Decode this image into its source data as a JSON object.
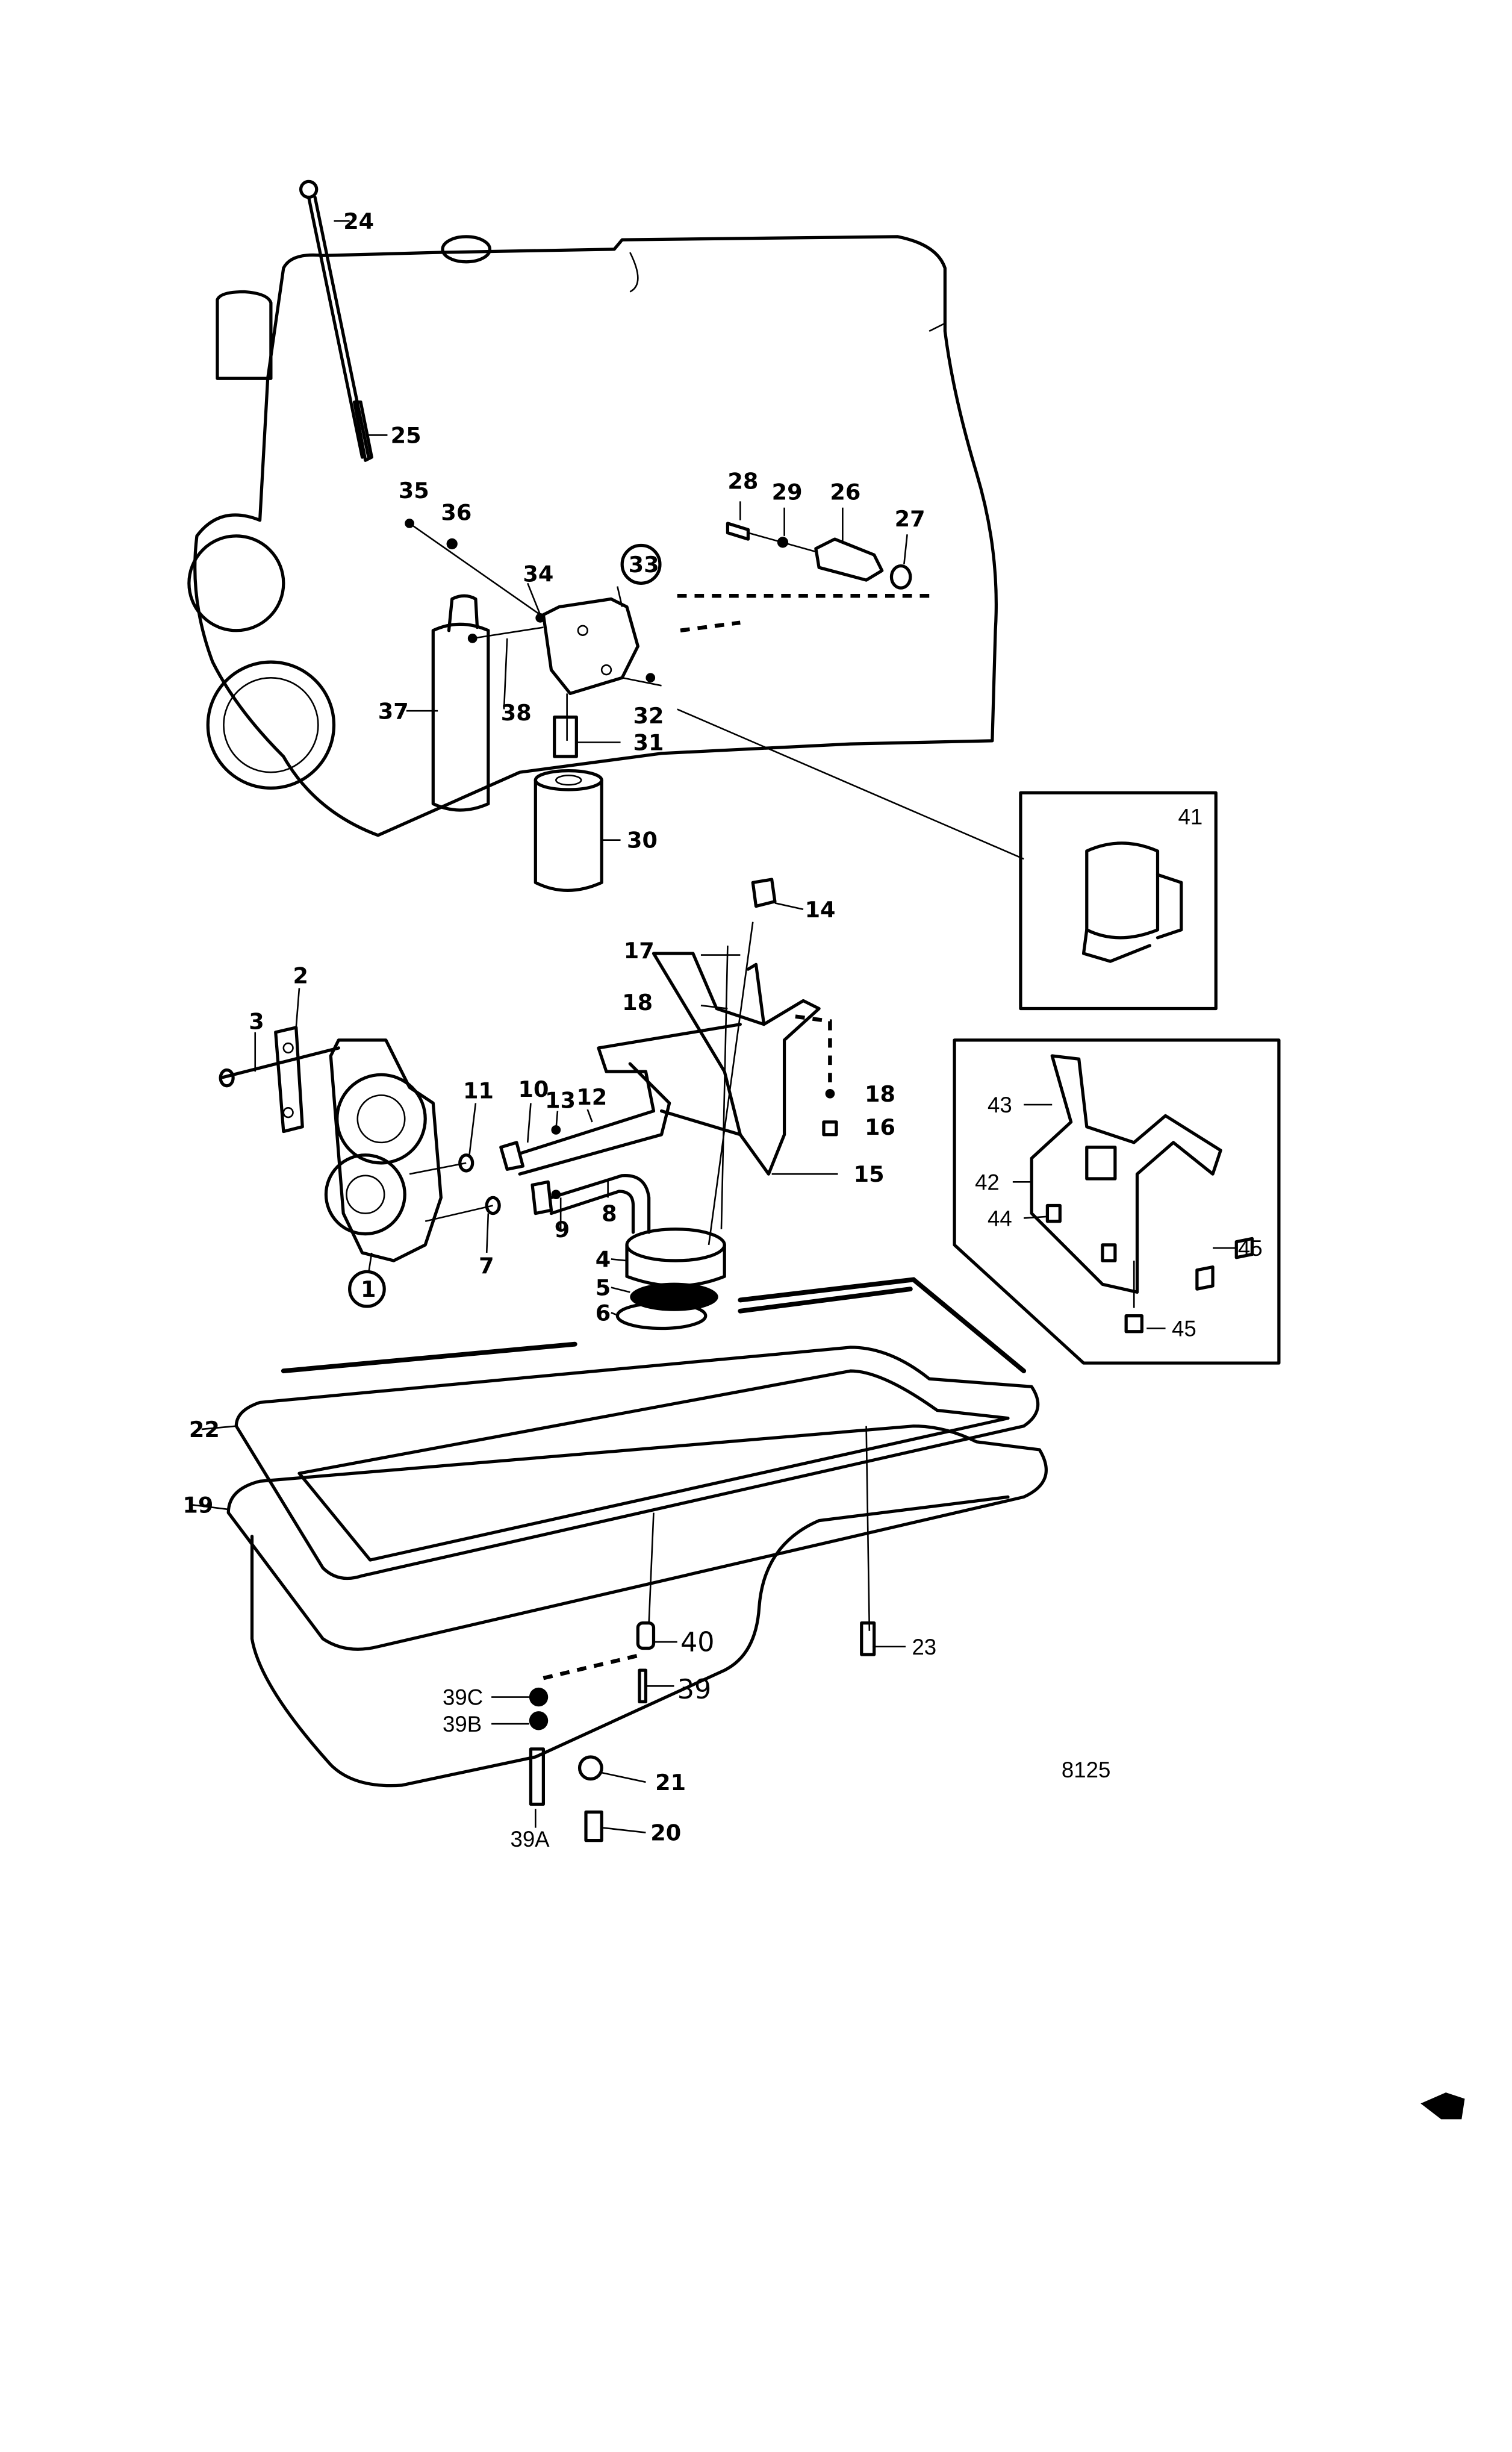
{
  "diagram": {
    "drawing_number": "8125",
    "engine_labels": {
      "dipstick": "24",
      "dipstick_tube": "25",
      "screw_35": "35",
      "washer_36": "36",
      "gasket_34": "34",
      "filter_bracket": "33",
      "washer_38": "38",
      "filter_37": "37",
      "washer_32": "32",
      "nipple_31": "31",
      "oil_filter": "30",
      "screw_28": "28",
      "washer_29": "29",
      "flange_26": "26",
      "gasket_27": "27"
    },
    "inset_top_labels": {
      "oil_filter_assembly": "41"
    },
    "pump_labels": {
      "oil_pump": "1",
      "plate": "2",
      "bolt": "3",
      "strainer": "4",
      "screen": "5",
      "ring": "6",
      "o_ring_7": "7",
      "bolt_8": "8",
      "gasket_9": "9",
      "pipe_10": "10",
      "o_ring_11": "11",
      "bolt_12": "12",
      "washer_13": "13",
      "breather": "14",
      "bracket": "15",
      "nut_16": "16",
      "bolt_17": "17",
      "washer_18a": "18",
      "washer_18b": "18"
    },
    "inset_bottom_labels": {
      "bracket_43": "43",
      "plate_42": "42",
      "clip_44": "44",
      "screw_45a": "45",
      "screw_45b": "45"
    },
    "pan_labels": {
      "gasket_22": "22",
      "oil_pan": "19",
      "bolt_23": "23",
      "drain_plug": "20",
      "washer_21": "21",
      "plug_40": "40",
      "bolt_39": "39",
      "washer_39c": "39C",
      "washer_39b": "39B",
      "bolt_39a": "39A"
    }
  }
}
